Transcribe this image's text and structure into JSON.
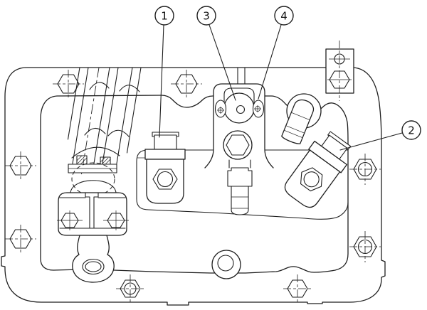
{
  "figure": {
    "description": "Technical line drawing of a transmission top cover assembly with numbered part callouts",
    "background_color": "#ffffff",
    "line_color": "#1f1f1f",
    "callouts": [
      {
        "label": "1"
      },
      {
        "label": "2"
      },
      {
        "label": "3"
      },
      {
        "label": "4"
      }
    ]
  }
}
